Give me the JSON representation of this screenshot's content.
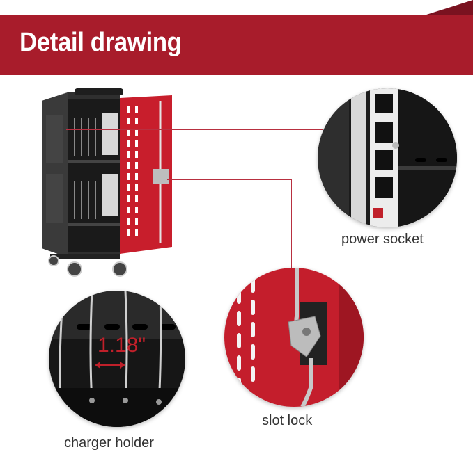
{
  "banner": {
    "title": "Detail drawing"
  },
  "callouts": {
    "power_socket": "power socket",
    "slot_lock": "slot lock",
    "charger_holder": "charger holder",
    "measurement": "1.18\""
  },
  "colors": {
    "brand_red": "#a81c2b",
    "cabinet_gray": "#2f2f2f"
  }
}
